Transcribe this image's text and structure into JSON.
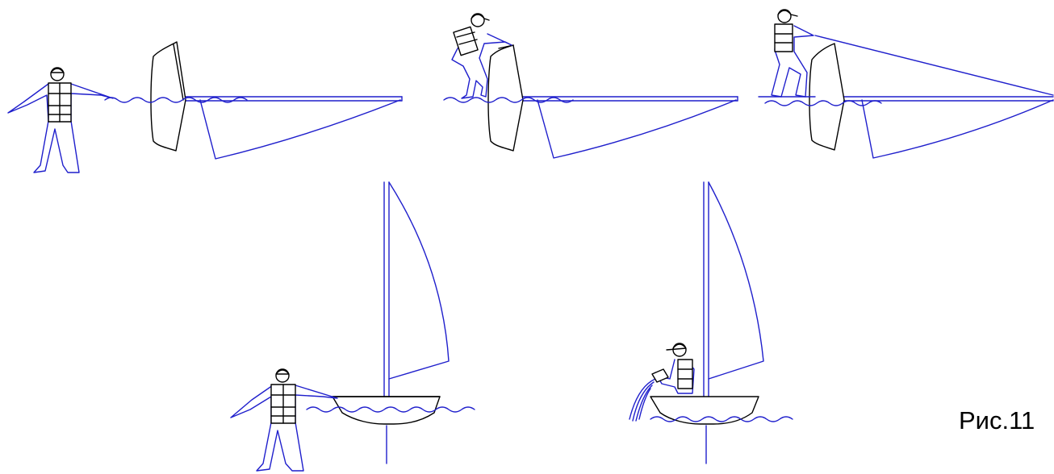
{
  "figure": {
    "caption": "Рис.11"
  },
  "colors": {
    "outline": "#000000",
    "line": "#1f1fcc",
    "background": "#ffffff"
  },
  "panels": [
    {
      "id": "capsized-swimmer-holds-mast",
      "figures": [
        "person",
        "hull",
        "mast",
        "sail",
        "water"
      ]
    },
    {
      "id": "climbing-on-centerboard",
      "figures": [
        "person",
        "hull",
        "mast",
        "sail",
        "water"
      ]
    },
    {
      "id": "leaning-back-on-centerboard",
      "figures": [
        "person",
        "hull",
        "mast",
        "sail",
        "water"
      ]
    },
    {
      "id": "boat-righted-swimmer-holds-side",
      "figures": [
        "person",
        "hull",
        "mast",
        "sail",
        "water"
      ]
    },
    {
      "id": "bailing-water-from-boat",
      "figures": [
        "person",
        "hull",
        "mast",
        "sail",
        "water",
        "bailer"
      ]
    }
  ]
}
